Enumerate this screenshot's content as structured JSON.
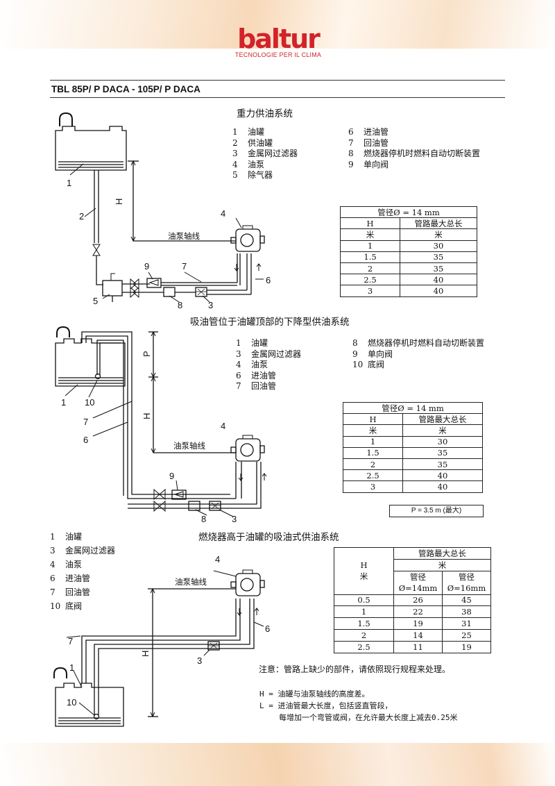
{
  "header": {
    "logo_word": "baltur",
    "logo_tagline": "TECNOLOGIE PER IL CLIMA",
    "model": "TBL 85P/ P DACA - 105P/ P DACA"
  },
  "section1": {
    "title": "重力供油系统",
    "legend_left": [
      {
        "num": "1",
        "label": "油罐"
      },
      {
        "num": "2",
        "label": "供油罐"
      },
      {
        "num": "3",
        "label": "金属网过滤器"
      },
      {
        "num": "4",
        "label": "油泵"
      },
      {
        "num": "5",
        "label": "除气器"
      }
    ],
    "legend_right": [
      {
        "num": "6",
        "label": "进油管"
      },
      {
        "num": "7",
        "label": "回油管"
      },
      {
        "num": "8",
        "label": "燃烧器停机时燃料自动切断装置"
      },
      {
        "num": "9",
        "label": "单向阀"
      }
    ],
    "table": {
      "caption": "管径Ø = 14 mm",
      "col1": "H",
      "col2": "管路最大总长",
      "unit1": "米",
      "unit2": "米",
      "rows": [
        [
          "1",
          "30"
        ],
        [
          "1.5",
          "35"
        ],
        [
          "2",
          "35"
        ],
        [
          "2.5",
          "40"
        ],
        [
          "3",
          "40"
        ]
      ]
    },
    "diagram": {
      "axis_label": "油泵轴线",
      "h": "H",
      "callouts": [
        "1",
        "2",
        "4",
        "9",
        "7",
        "6",
        "5",
        "8",
        "3"
      ]
    }
  },
  "section2": {
    "title": "吸油管位于油罐顶部的下降型供油系统",
    "legend_left": [
      {
        "num": "1",
        "label": "油罐"
      },
      {
        "num": "3",
        "label": "金属网过滤器"
      },
      {
        "num": "4",
        "label": "油泵"
      },
      {
        "num": "6",
        "label": "进油管"
      },
      {
        "num": "7",
        "label": "回油管"
      }
    ],
    "legend_right": [
      {
        "num": "8",
        "label": "燃烧器停机时燃料自动切断装置"
      },
      {
        "num": "9",
        "label": "单向阀"
      },
      {
        "num": "10",
        "label": "底阀"
      }
    ],
    "table": {
      "caption": "管径Ø = 14 mm",
      "col1": "H",
      "col2": "管路最大总长",
      "unit1": "米",
      "unit2": "米",
      "rows": [
        [
          "1",
          "30"
        ],
        [
          "1.5",
          "35"
        ],
        [
          "2",
          "35"
        ],
        [
          "2.5",
          "40"
        ],
        [
          "3",
          "40"
        ]
      ]
    },
    "p_note": "P = 3.5 m (最大)",
    "diagram": {
      "axis_label": "油泵轴线",
      "h": "H",
      "p": "P",
      "callouts": [
        "1",
        "10",
        "7",
        "6",
        "4",
        "9",
        "8",
        "3"
      ]
    }
  },
  "section3": {
    "title": "燃烧器高于油罐的吸油式供油系统",
    "legend": [
      {
        "num": "1",
        "label": "油罐"
      },
      {
        "num": "3",
        "label": "金属网过滤器"
      },
      {
        "num": "4",
        "label": "油泵"
      },
      {
        "num": "6",
        "label": "进油管"
      },
      {
        "num": "7",
        "label": "回油管"
      },
      {
        "num": "10",
        "label": "底阀"
      }
    ],
    "table": {
      "h_label": "H",
      "h_unit": "米",
      "top": "管路最大总长",
      "unit": "米",
      "d_label": "管径",
      "d1": "Ø=14mm",
      "d2": "Ø=16mm",
      "rows": [
        [
          "0.5",
          "26",
          "45"
        ],
        [
          "1",
          "22",
          "38"
        ],
        [
          "1.5",
          "19",
          "31"
        ],
        [
          "2",
          "14",
          "25"
        ],
        [
          "2.5",
          "11",
          "19"
        ]
      ]
    },
    "note": "注意：管路上缺少的部件，请依照现行规程来处理。",
    "def_h": "H = 油罐与油泵轴线的高度差。",
    "def_l1": "L = 进油管最大长度，包括竖直管段，",
    "def_l2": "每增加一个弯管或阀，在允许最大长度上减去0.25米",
    "diagram": {
      "axis_label": "油泵轴线",
      "h": "H",
      "callouts": [
        "4",
        "6",
        "7",
        "3",
        "1",
        "10"
      ]
    }
  }
}
